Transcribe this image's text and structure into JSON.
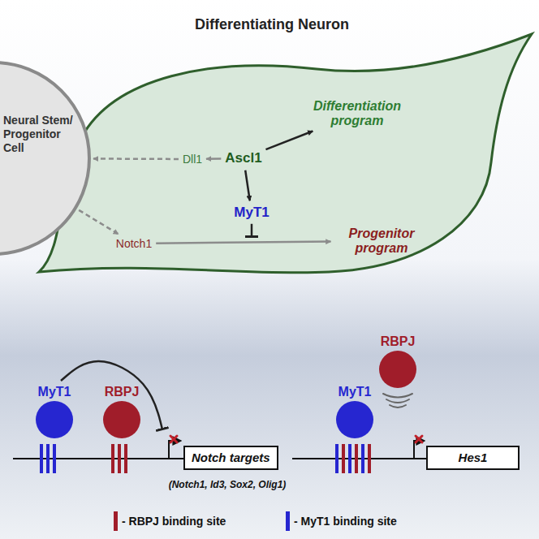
{
  "diagram": {
    "nodes": [
      {
        "text": [
          "Differentiating Neuron"
        ]
      },
      {
        "text": [
          "Neural Stem/ Progenitor Cell"
        ]
      },
      {
        "text": [
          "Ascl1"
        ],
        "in": 0
      },
      {
        "text": [
          "Dll1"
        ],
        "in": 0
      },
      {
        "text": [
          "Differentiation program"
        ],
        "in": 0
      },
      {
        "text": [
          "MyT1"
        ],
        "in": 0
      },
      {
        "text": [
          "Notch1"
        ],
        "in": 0
      },
      {
        "text": [
          "Progenitor program"
        ],
        "in": 0
      },
      {
        "text": [
          "MyT1"
        ]
      },
      {
        "text": [
          "RBPJ"
        ]
      },
      {
        "text": [
          "Notch targets"
        ]
      },
      {
        "text": [
          "RBPJ"
        ]
      },
      {
        "text": [
          "MyT1"
        ]
      },
      {
        "text": [
          "Hes1"
        ]
      }
    ],
    "edges": [
      {
        "from": 2,
        "to": 3,
        "arrow": "to"
      },
      {
        "from": 3,
        "to": 1,
        "arrow": "to"
      },
      {
        "from": 2,
        "to": 4,
        "arrow": "to"
      },
      {
        "from": 2,
        "to": 5,
        "arrow": "to"
      },
      {
        "from": 5,
        "to": 7,
        "arrow": "to"
      },
      {
        "from": 6,
        "to": 7,
        "arrow": "to"
      },
      {
        "from": 1,
        "to": 6,
        "arrow": "to"
      },
      {
        "from": 8,
        "to": 10,
        "arrow": "to"
      }
    ],
    "labels": [
      "(Notch1, Id3, Sox2, Olig1)"
    ],
    "legend": [
      {
        "text": "- RBPJ binding site",
        "color": "#a01d2a"
      },
      {
        "text": "- MyT1 binding site",
        "color": "#2626d0"
      }
    ]
  }
}
